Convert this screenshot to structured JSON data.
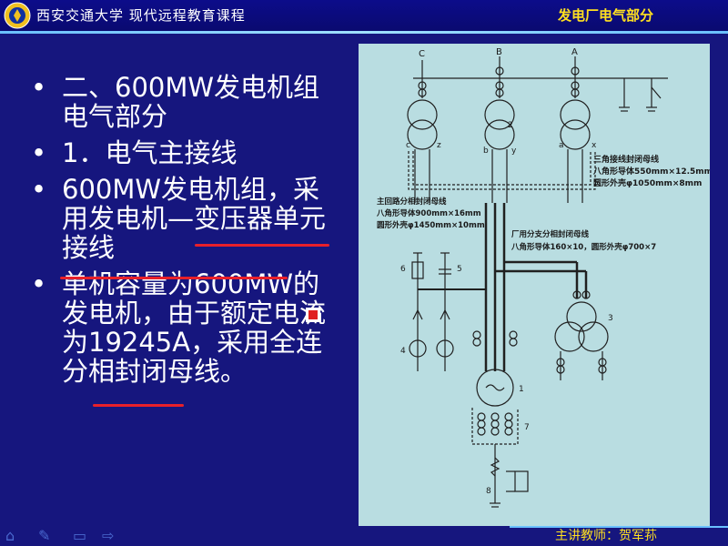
{
  "header": {
    "school": "西安交通大学  现代远程教育课程",
    "course": "发电厂电气部分"
  },
  "bullets": [
    {
      "text": "二、600MW发电机组电气部分"
    },
    {
      "text": "1．电气主接线"
    },
    {
      "text": "600MW发电机组，采用发电机—变压器单元接线"
    },
    {
      "text": "单机容量为600MW的发电机，由于额定电流为19245A，采用全连分相封闭母线。"
    }
  ],
  "diagram": {
    "bus_labels": [
      "C",
      "B",
      "A"
    ],
    "terminal_labels": [
      "c",
      "z",
      "b",
      "y",
      "a",
      "x"
    ],
    "numbers": [
      "1",
      "2",
      "3",
      "4",
      "5",
      "6",
      "7",
      "8"
    ],
    "note_delta": [
      "三角接线封闭母线",
      "八角形导体550mm×12.5mm",
      "圆形外壳φ1050mm×8mm"
    ],
    "note_main": [
      "主回路分相封闭母线",
      "八角形导体900mm×16mm",
      "圆形外壳φ1450mm×10mm"
    ],
    "note_branch": [
      "厂用分支分相封闭母线",
      "八角形导体160×10，圆形外壳φ700×7"
    ]
  },
  "footer": {
    "teacher": "主讲教师：贺军荪"
  }
}
